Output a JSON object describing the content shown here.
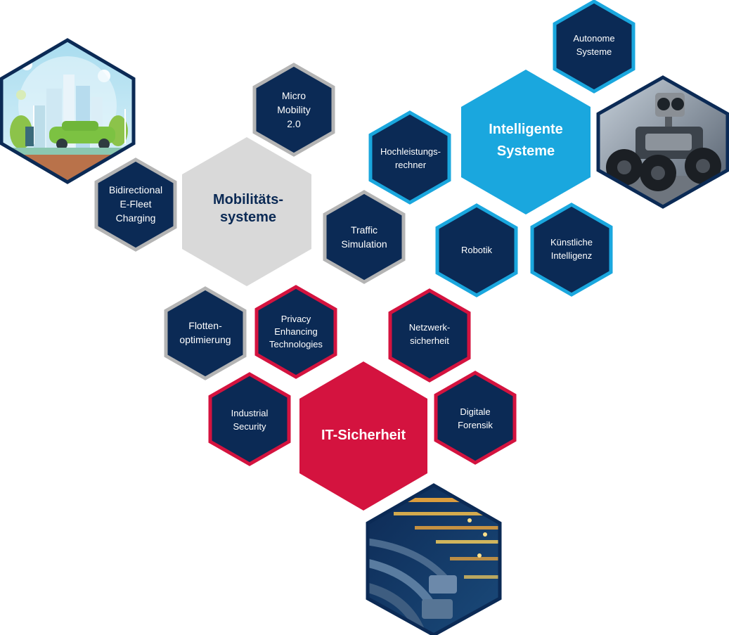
{
  "colors": {
    "navy": "#0b2a55",
    "cyan": "#1aa7de",
    "crimson": "#d4133f",
    "gray": "#d9d9d9",
    "gray_border": "#b4b4b4"
  },
  "clusters": {
    "mobility": {
      "title": [
        "Mobilitäts-",
        "systeme"
      ],
      "items": [
        [
          "Micro",
          "Mobility",
          "2.0"
        ],
        [
          "Bidirectional",
          "E-Fleet",
          "Charging"
        ],
        [
          "Traffic",
          "Simulation"
        ],
        [
          "Flotten-",
          "optimierung"
        ]
      ]
    },
    "intelligent": {
      "title": [
        "Intelligente",
        "Systeme"
      ],
      "items": [
        [
          "Autonome",
          "Systeme"
        ],
        [
          "Hochleistungs-",
          "rechner"
        ],
        [
          "Robotik"
        ],
        [
          "Künstliche",
          "Intelligenz"
        ]
      ]
    },
    "security": {
      "title": [
        "IT-Sicherheit"
      ],
      "items": [
        [
          "Privacy",
          "Enhancing",
          "Technologies"
        ],
        [
          "Netzwerk-",
          "sicherheit"
        ],
        [
          "Industrial",
          "Security"
        ],
        [
          "Digitale",
          "Forensik"
        ]
      ]
    }
  },
  "images": {
    "city": "city-ev-charging-illustration",
    "robot": "robot-rover-photo",
    "network": "network-cables-photo"
  }
}
